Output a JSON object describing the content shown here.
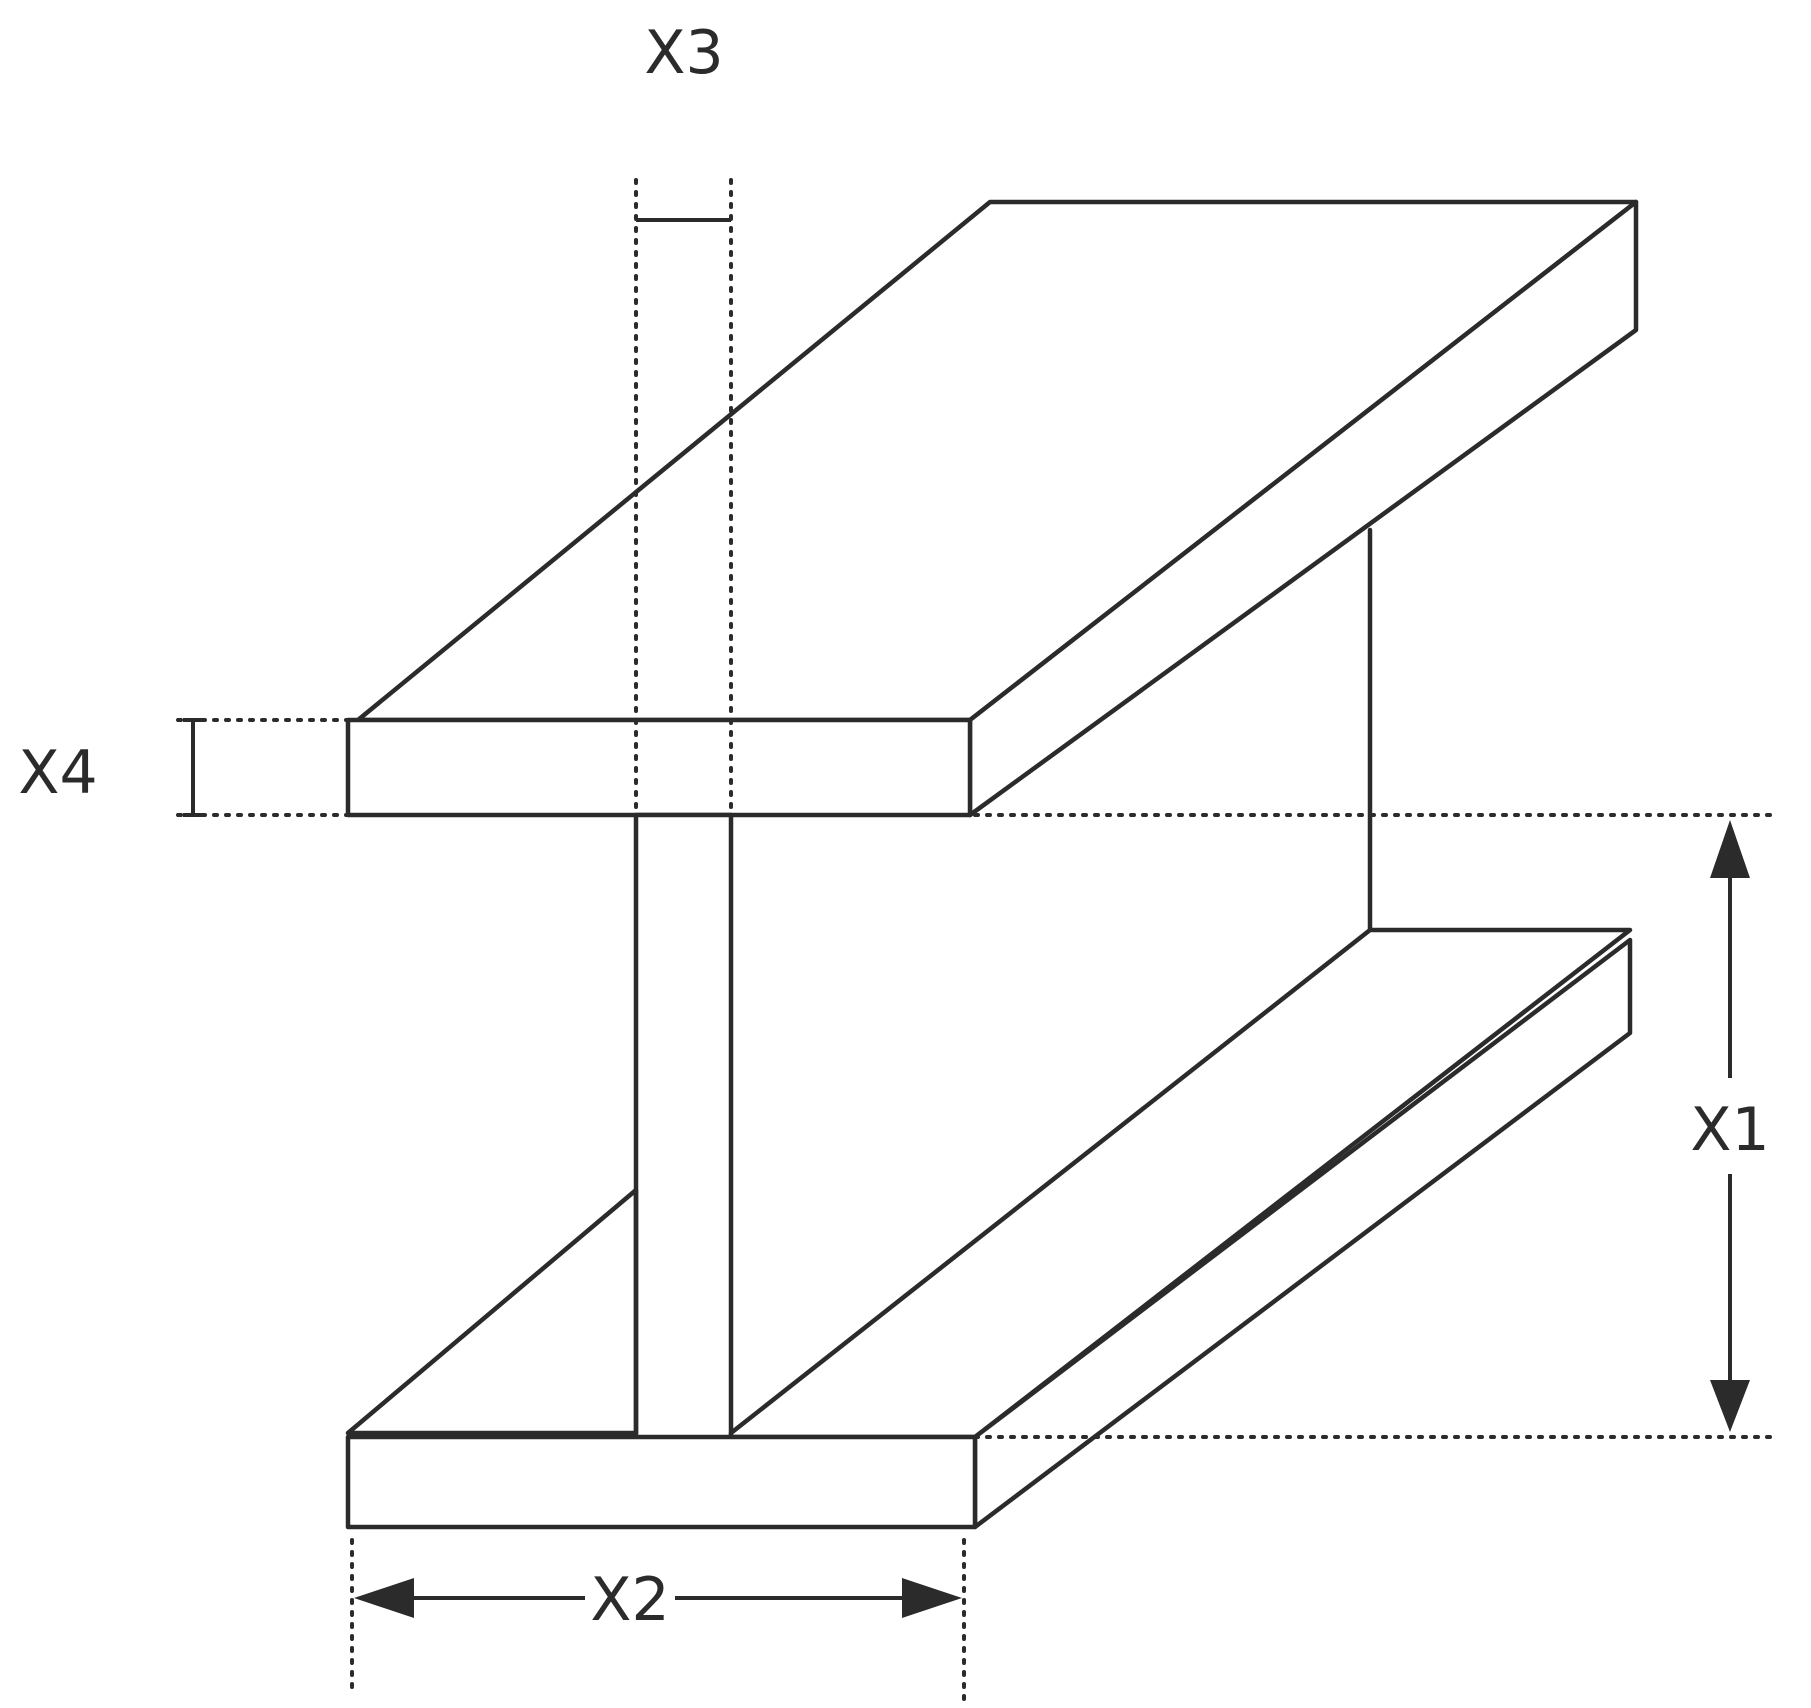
{
  "labels": {
    "x1": "X1",
    "x2": "X2",
    "x3": "X3",
    "x4": "X4"
  },
  "colors": {
    "stroke": "#2b2b2b",
    "background": "#ffffff"
  }
}
